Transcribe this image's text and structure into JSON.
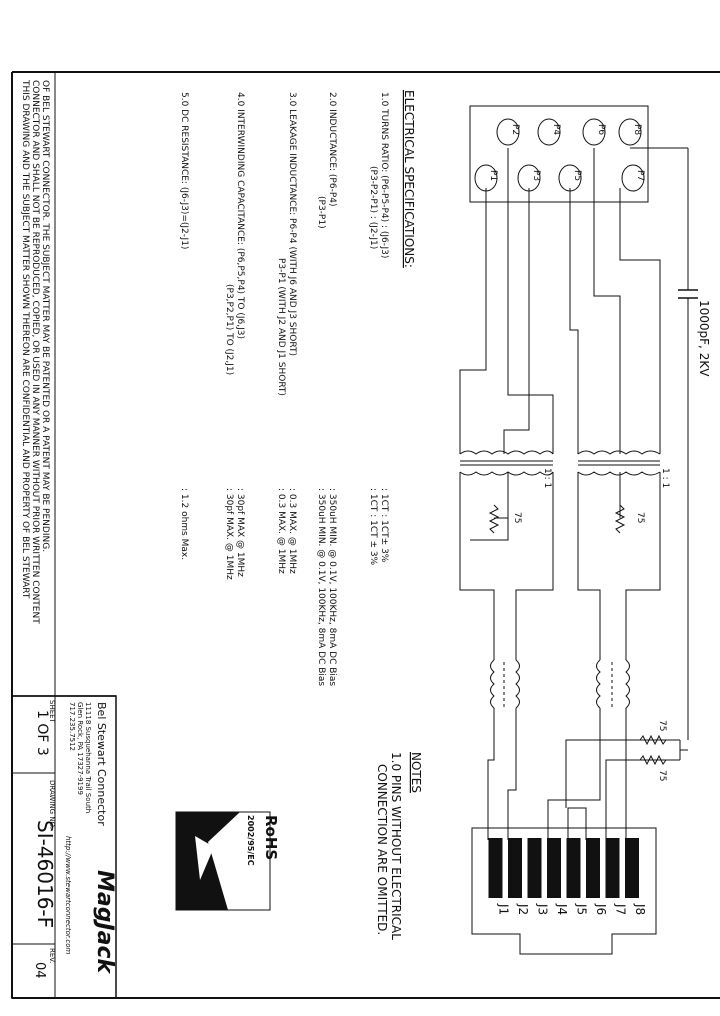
{
  "spec": {
    "heading": "ELECTRICAL SPECIFICATIONS:",
    "items": [
      {
        "line1": "1.0  TURNS RATIO:  (P6-P5-P4) : (J6-J3)",
        "line2": "(P3-P2-P1) : (J2-J1)",
        "value1": ": 1CT : 1CT± 3%",
        "value2": ": 1CT : 1CT ± 3%"
      },
      {
        "line1": "2.0  INDUCTANCE:   (P6-P4)",
        "line2": "(P3-P1)",
        "value1": ": 350uH MIN. @ 0.1V, 100KHz, 8mA DC Bias",
        "value2": ": 350uH MIN. @ 0.1V, 100KHz, 8mA DC Bias"
      },
      {
        "line1": "3.0  LEAKAGE INDUCTANCE:   P6-P4  (WITH J6 AND J3 SHORT)",
        "line2": "P3-P1  (WITH J2 AND J1 SHORT)",
        "value1": ": 0.3 MAX. @ 1MHz",
        "value2": ": 0.3 MAX. @ 1MHz"
      },
      {
        "line1": "4.0  INTERWINDING CAPACITANCE:   (P6,P5,P4) TO (J6,J3)",
        "line2": "(P3,P2,P1) TO (J2,J1)",
        "value1": ": 30pf MAX @ 1MHz",
        "value2": ": 30pf MAX. @ 1MHz"
      },
      {
        "line1": "5.0  DC RESISTANCE: (J6-J3)=(J2-J1)",
        "line2": "",
        "value1": ": 1.2 ohms Max.",
        "value2": ""
      }
    ]
  },
  "notes": {
    "heading": "NOTES",
    "line1": "1.0 PINS WITHOUT ELECTRICAL",
    "line2": "CONNECTION ARE OMITTED."
  },
  "confidential": {
    "line1": "THIS DRAWING AND THE SUBJECT MATTER SHOWN THEREON ARE CONFIDENTIAL AND PROPERTY OF BEL STEWART",
    "line2": "CONNECTOR AND SHALL NOT BE REPRODUCED, COPIED, OR USED IN ANY MANNER WITHOUT PRIOR WRITTEN CONTENT",
    "line3": "OF BEL STEWART CONNECTOR.  THE SUBJECT MATTER MAY BE PATENTED OR A PATENT MAY BE PENDING."
  },
  "title_block": {
    "company": "Bel Stewart Connector",
    "address1": "11118 Susquehanna Trail South",
    "address2": "Glen Rock, PA  17327-9199",
    "phone": "717.235.7512",
    "sheet_label": "SHEET",
    "sheet_value": "1  OF  3",
    "drawing_label": "DRAWING NO.",
    "drawing_value": "SI-46016-F",
    "rev_label": "REV.",
    "rev_value": "04",
    "website": "http://www.stewartconnector.com",
    "brand": "MagJack",
    "rohs": "RoHS",
    "rohs_sub": "2002/95/EC"
  },
  "schematic": {
    "primary_pins": [
      "P8",
      "P6",
      "P4",
      "P2",
      "P7",
      "P5",
      "P3",
      "P1"
    ],
    "jack_pins": [
      "J8",
      "J7",
      "J6",
      "J5",
      "J4",
      "J3",
      "J2",
      "J1"
    ],
    "cap_label": "1000pF, 2KV",
    "ratio_label": "1 : 1",
    "resistor_label": "75"
  }
}
